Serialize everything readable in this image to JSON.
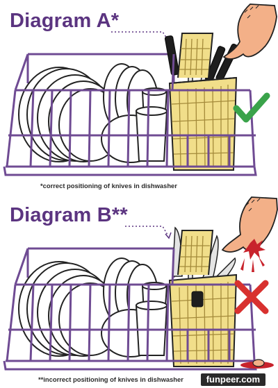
{
  "diagram_a": {
    "title": "Diagram A*",
    "caption": "*correct positioning of knives in dishwasher",
    "verdict_icon": "check-mark-icon",
    "verdict_color": "#3aa34a"
  },
  "diagram_b": {
    "title": "Diagram B**",
    "caption": "**incorrect positioning of knives in dishwasher",
    "verdict_icon": "cross-mark-icon",
    "verdict_color": "#d8312f"
  },
  "colors": {
    "title": "#5b3480",
    "rack": "#6f4b93",
    "basket": "#f1de8a",
    "blood": "#c8232c"
  },
  "watermark": "funpeer.com"
}
